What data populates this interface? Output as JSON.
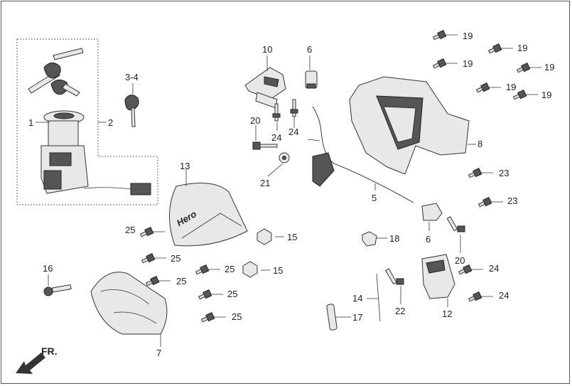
{
  "labels": {
    "l1": "1",
    "l2": "2",
    "l34": "3-4",
    "l5": "5",
    "l6a": "6",
    "l6b": "6",
    "l7": "7",
    "l8": "8",
    "l10": "10",
    "l12": "12",
    "l13": "13",
    "l14": "14",
    "l15a": "15",
    "l15b": "15",
    "l16": "16",
    "l17": "17",
    "l18": "18",
    "l19a": "19",
    "l19b": "19",
    "l19c": "19",
    "l19d": "19",
    "l19e": "19",
    "l19f": "19",
    "l20a": "20",
    "l20b": "20",
    "l21": "21",
    "l22": "22",
    "l23a": "23",
    "l23b": "23",
    "l24a": "24",
    "l24b": "24",
    "l24c": "24",
    "l24d": "24",
    "l25a": "25",
    "l25b": "25",
    "l25c": "25",
    "l25d": "25",
    "l25e": "25",
    "l25f": "25"
  },
  "direction_marker": "FR.",
  "logo_text": "Hero"
}
